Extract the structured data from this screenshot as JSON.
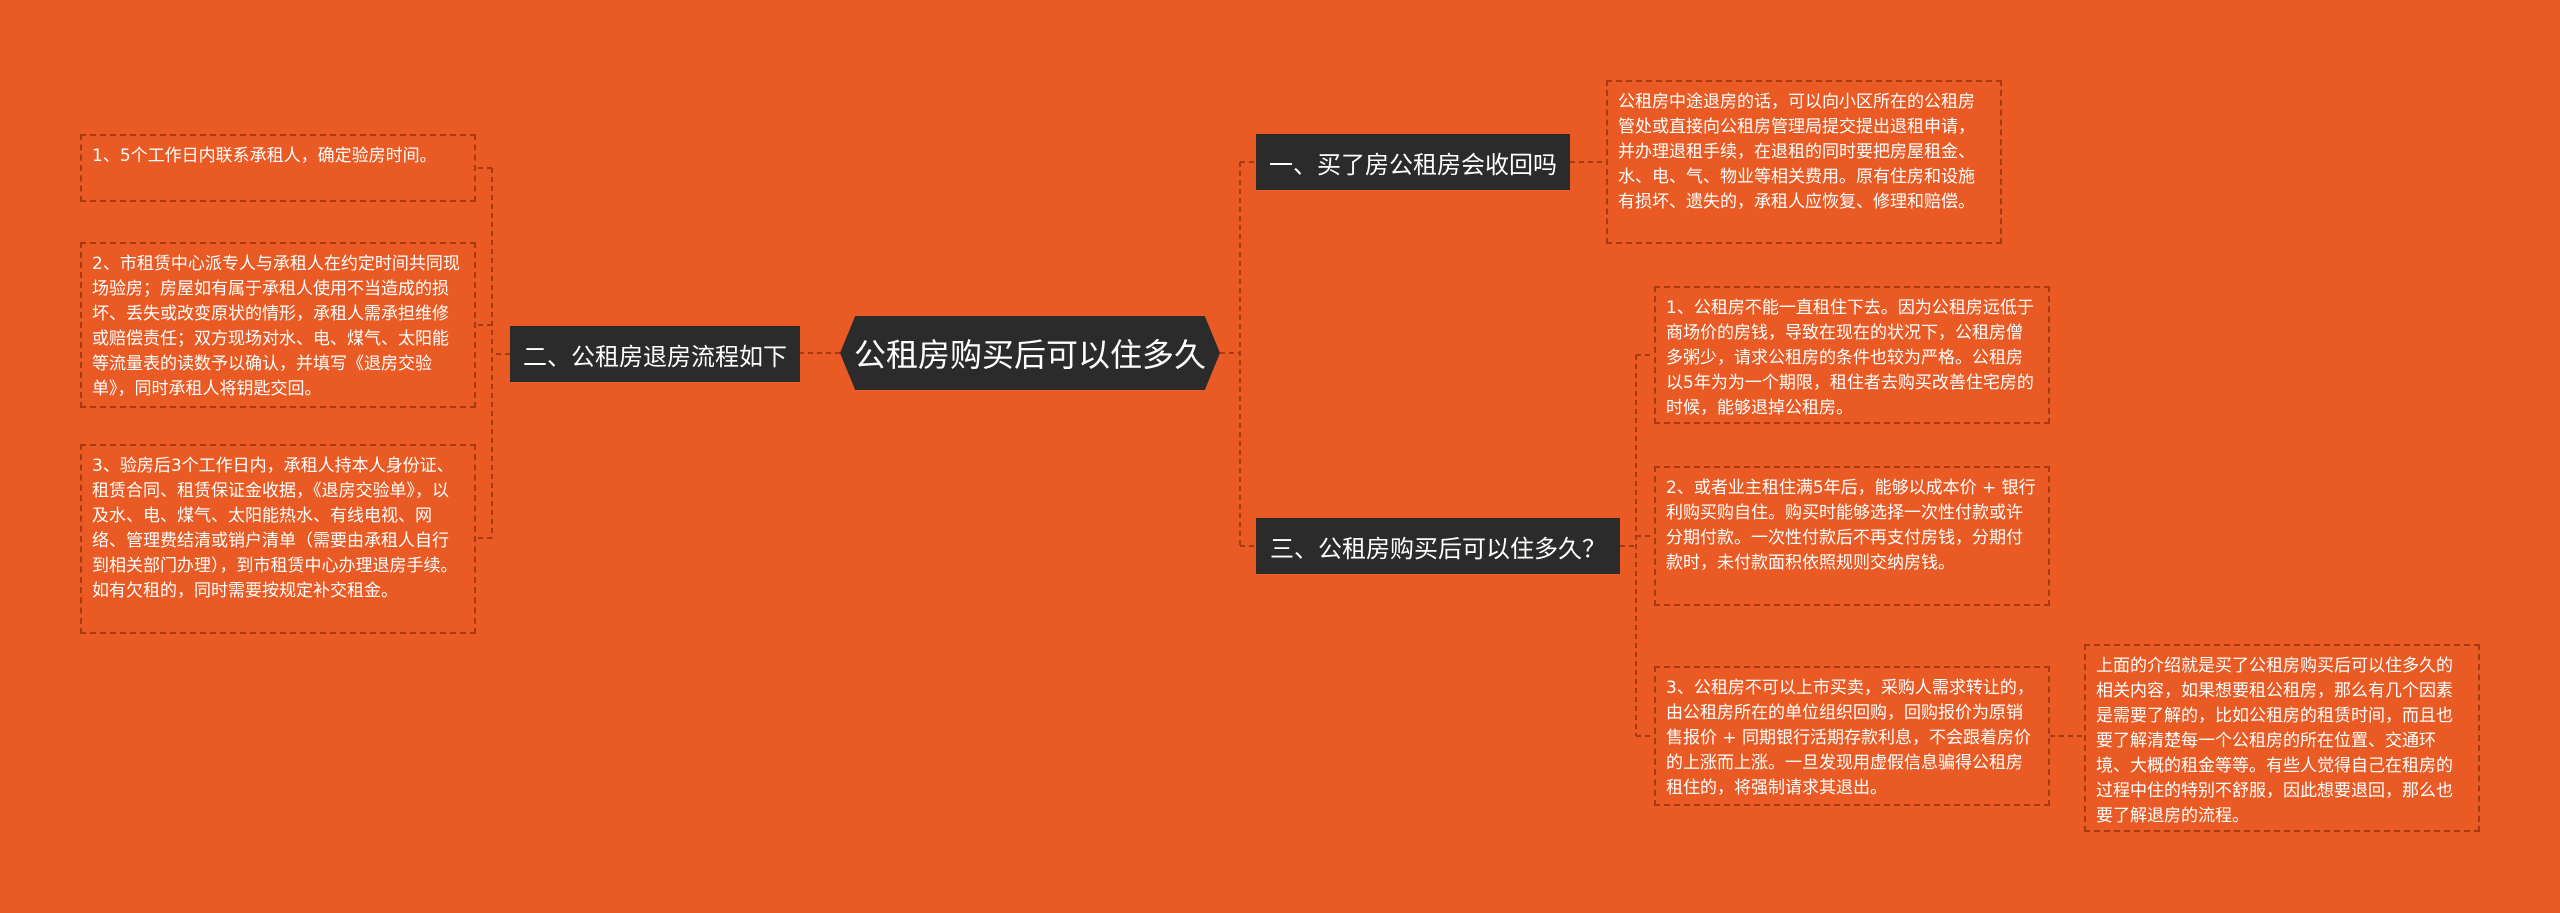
{
  "root": {
    "label": "公租房购买后可以住多久"
  },
  "topics": [
    {
      "label": "一、买了房公租房会收回吗"
    },
    {
      "label": "二、公租房退房流程如下"
    },
    {
      "label": "三、公租房购买后可以住多久？"
    }
  ],
  "leaves": [
    {
      "text": "公租房中途退房的话，可以向小区所在的公租房管处或直接向公租房管理局提交提出退租申请，并办理退租手续，在退租的同时要把房屋租金、水、电、气、物业等相关费用。原有住房和设施有损坏、遗失的，承租人应恢复、修理和赔偿。"
    },
    {
      "text": "1、5个工作日内联系承租人，确定验房时间。"
    },
    {
      "text": "2、市租赁中心派专人与承租人在约定时间共同现场验房；房屋如有属于承租人使用不当造成的损坏、丢失或改变原状的情形，承租人需承担维修或赔偿责任；双方现场对水、电、煤气、太阳能等流量表的读数予以确认，并填写《退房交验单》，同时承租人将钥匙交回。"
    },
    {
      "text": "3、验房后3个工作日内，承租人持本人身份证、租赁合同、租赁保证金收据，《退房交验单》，以及水、电、煤气、太阳能热水、有线电视、网络、管理费结清或销户清单（需要由承租人自行到相关部门办理），到市租赁中心办理退房手续。如有欠租的，同时需要按规定补交租金。"
    },
    {
      "text": "1、公租房不能一直租住下去。因为公租房远低于商场价的房钱，导致在现在的状况下，公租房僧多粥少，请求公租房的条件也较为严格。公租房以5年为为一个期限，租住者去购买改善住宅房的时候，能够退掉公租房。"
    },
    {
      "text": "2、或者业主租住满5年后，能够以成本价 + 银行利购买购自住。购买时能够选择一次性付款或许分期付款。一次性付款后不再支付房钱，分期付款时，未付款面积依照规则交纳房钱。"
    },
    {
      "text": "3、公租房不可以上市买卖，采购人需求转让的，由公租房所在的单位组织回购，回购报价为原销售报价 + 同期银行活期存款利息，不会跟着房价的上涨而上涨。一旦发现用虚假信息骗得公租房租住的，将强制请求其退出。"
    },
    {
      "text": "上面的介绍就是买了公租房购买后可以住多久的相关内容，如果想要租公租房，那么有几个因素是需要了解的，比如公租房的租赁时间，而且也要了解清楚每一个公租房的所在位置、交通环境、大概的租金等等。有些人觉得自己在租房的过程中住的特别不舒服，因此想要退回，那么也要了解退房的流程。"
    }
  ],
  "colors": {
    "background": "#E95A24",
    "node": "#2B2B2B",
    "line": "#A83A10"
  }
}
